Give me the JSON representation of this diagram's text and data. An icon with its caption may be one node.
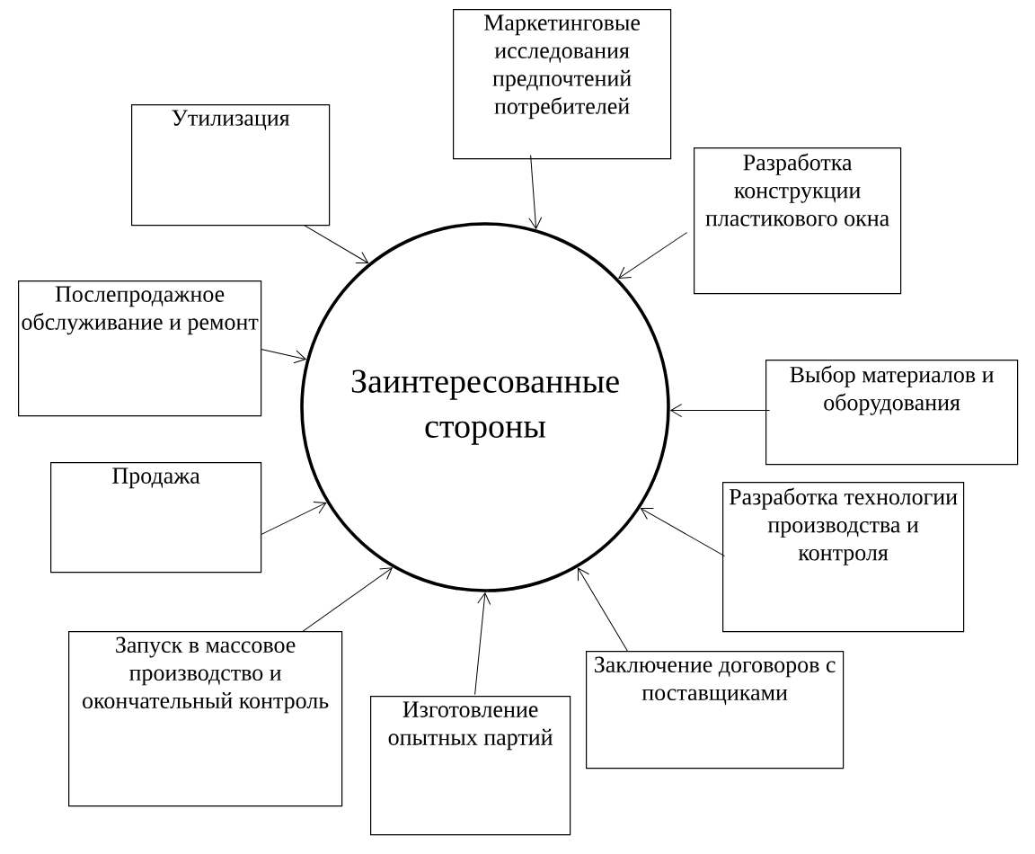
{
  "diagram": {
    "nodes": [
      {
        "text": [
          "Заинтересованные стороны"
        ]
      },
      {
        "text": [
          "Маркетинговые исследования предпочтений потребителей"
        ]
      },
      {
        "text": [
          "Разработка конструкции пластикового окна"
        ]
      },
      {
        "text": [
          "Выбор материалов и оборудования"
        ]
      },
      {
        "text": [
          "Разработка технологии производства и контроля"
        ]
      },
      {
        "text": [
          "Заключение договоров с поставщиками"
        ]
      },
      {
        "text": [
          "Изготовление опытных партий"
        ]
      },
      {
        "text": [
          "Запуск в массовое производство и окончательный контроль"
        ]
      },
      {
        "text": [
          "Продажа"
        ]
      },
      {
        "text": [
          "Послепродажное обслуживание и ремонт"
        ]
      },
      {
        "text": [
          "Утилизация"
        ]
      }
    ],
    "edges": [
      {
        "from": 1,
        "to": 0,
        "arrow": "to"
      },
      {
        "from": 2,
        "to": 0,
        "arrow": "to"
      },
      {
        "from": 3,
        "to": 0,
        "arrow": "to"
      },
      {
        "from": 4,
        "to": 0,
        "arrow": "to"
      },
      {
        "from": 5,
        "to": 0,
        "arrow": "to"
      },
      {
        "from": 6,
        "to": 0,
        "arrow": "to"
      },
      {
        "from": 7,
        "to": 0,
        "arrow": "to"
      },
      {
        "from": 8,
        "to": 0,
        "arrow": "to"
      },
      {
        "from": 9,
        "to": 0,
        "arrow": "to"
      },
      {
        "from": 10,
        "to": 0,
        "arrow": "to"
      }
    ]
  }
}
